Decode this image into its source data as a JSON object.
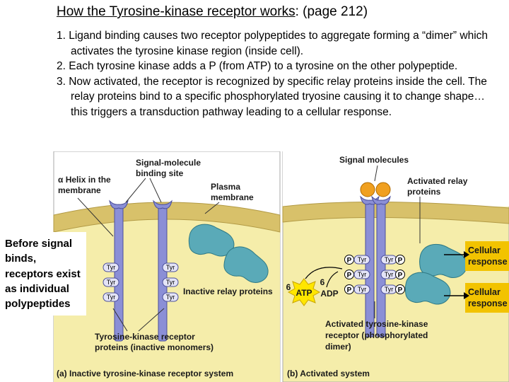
{
  "title": {
    "main": "How the Tyrosine-kinase receptor works",
    "suffix": ": (page 212)"
  },
  "steps": [
    "1. Ligand binding causes two receptor polypeptides to aggregate forming a “dimer” which activates the tyrosine kinase region (inside cell).",
    "2. Each tyrosine kinase adds a P (from ATP) to a tyrosine on the other polypeptide.",
    "3. Now activated, the receptor is recognized by specific relay proteins inside the cell. The relay proteins bind to a specific phosphorylated tryosine causing it to change shape…this triggers a transduction pathway leading to a cellular response."
  ],
  "caption_before": "Before signal binds, receptors exist as individual polypeptides",
  "panel_a": {
    "caption": "(a) Inactive tyrosine-kinase receptor system",
    "alpha_helix_label": [
      "α Helix in the",
      "membrane"
    ],
    "binding_site_label": [
      "Signal-molecule",
      "binding site"
    ],
    "plasma_membrane_label": [
      "Plasma",
      "membrane"
    ],
    "relay_label": "Inactive relay proteins",
    "receptor_label": [
      "Tyrosine-kinase receptor",
      "proteins (inactive monomers)"
    ],
    "tyr": "Tyr"
  },
  "panel_b": {
    "caption": "(b) Activated system",
    "signal_label": "Signal molecules",
    "relay_label": [
      "Activated relay",
      "proteins"
    ],
    "dimer_label": [
      "Activated tyrosine-kinase",
      "receptor (phosphorylated",
      "dimer)"
    ],
    "responses": [
      "Cellular response",
      "Cellular response"
    ],
    "atp_count": "6",
    "atp": "ATP",
    "adp_count": "6",
    "adp": "ADP",
    "p": "P",
    "tyr": "Tyr"
  },
  "colors": {
    "cytoplasm": "#f5edaa",
    "extracellular": "#ffffff",
    "membrane": "#d8c16a",
    "receptor": "#8b8fd6",
    "relay": "#5aaab8",
    "response_box": "#f2c300",
    "signal": "#f0a020",
    "atp": "#ffe600"
  }
}
